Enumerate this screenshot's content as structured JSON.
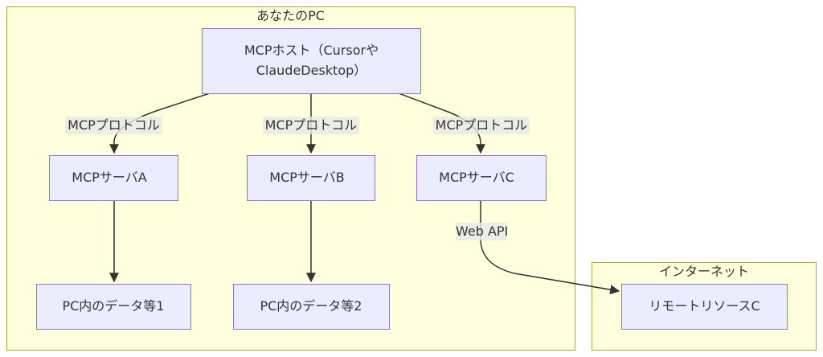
{
  "clusters": {
    "pc": {
      "title": "あなたのPC"
    },
    "internet": {
      "title": "インターネット"
    }
  },
  "nodes": {
    "host": {
      "line1": "MCPホスト（Cursorや",
      "line2": "ClaudeDesktop）"
    },
    "server_a": {
      "label": "MCPサーバA"
    },
    "server_b": {
      "label": "MCPサーバB"
    },
    "server_c": {
      "label": "MCPサーバC"
    },
    "data_1": {
      "label": "PC内のデータ等1"
    },
    "data_2": {
      "label": "PC内のデータ等2"
    },
    "remote_c": {
      "label": "リモートリソースC"
    }
  },
  "edges": {
    "host_to_a": {
      "label": "MCPプロトコル"
    },
    "host_to_b": {
      "label": "MCPプロトコル"
    },
    "host_to_c": {
      "label": "MCPプロトコル"
    },
    "c_to_remote": {
      "label": "Web API"
    }
  },
  "colors": {
    "cluster_fill": "#ffffde",
    "cluster_stroke": "#aaaa33",
    "node_fill": "#ececff",
    "node_stroke": "#9370db",
    "edge": "#333333"
  }
}
